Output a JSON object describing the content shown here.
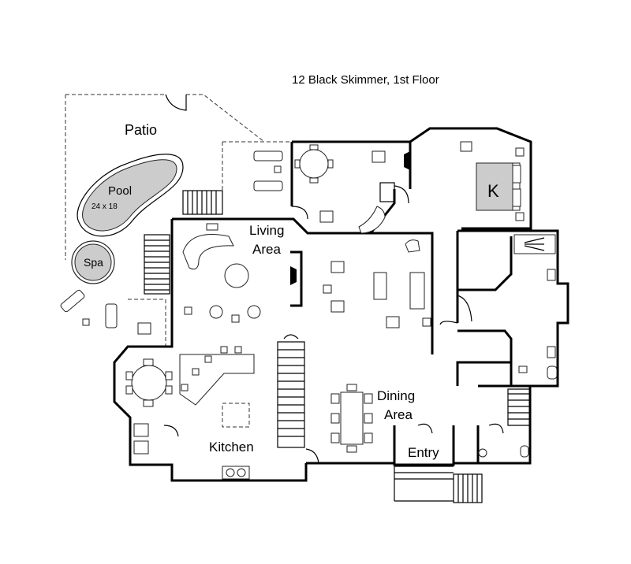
{
  "title": "12 Black Skimmer, 1st Floor",
  "rooms": {
    "patio": "Patio",
    "pool": "Pool",
    "pool_size": "24 x 18",
    "spa": "Spa",
    "living_area_line1": "Living",
    "living_area_line2": "Area",
    "dining_area_line1": "Dining",
    "dining_area_line2": "Area",
    "kitchen": "Kitchen",
    "entry": "Entry",
    "bed_marker": "K"
  },
  "colors": {
    "wall": "#000000",
    "pool_fill": "#cccccc",
    "background": "#ffffff"
  }
}
